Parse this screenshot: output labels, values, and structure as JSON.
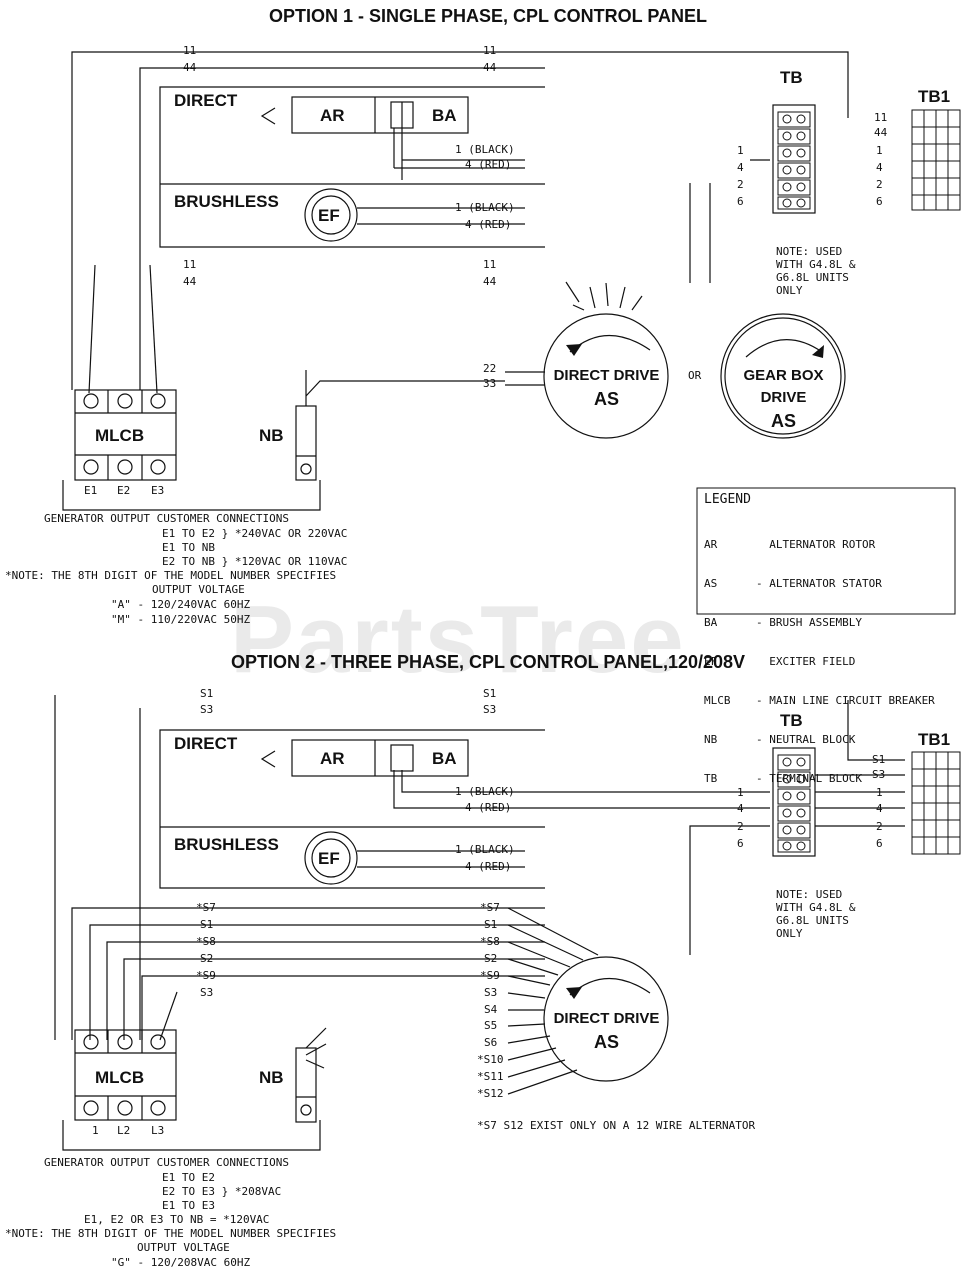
{
  "watermark": "PartsTree",
  "option1": {
    "title": "OPTION 1 - SINGLE PHASE, CPL CONTROL PANEL",
    "top_wires": [
      "11",
      "44"
    ],
    "direct_label": "DIRECT",
    "brushless_label": "BRUSHLESS",
    "ar": "AR",
    "ba": "BA",
    "ef": "EF",
    "direct_wires": [
      "1 (BLACK)",
      "4 (RED)"
    ],
    "brushless_wires": [
      "1 (BLACK)",
      "4 (RED)"
    ],
    "mid_wires": [
      "11",
      "44"
    ],
    "as_wires": [
      "22",
      "33"
    ],
    "mlcb": "MLCB",
    "nb": "NB",
    "terminals": [
      "E1",
      "E2",
      "E3"
    ],
    "direct_drive": "DIRECT DRIVE",
    "as": "AS",
    "or": "OR",
    "gear_box": "GEAR BOX",
    "drive": "DRIVE",
    "tb": "TB",
    "tb1": "TB1",
    "tb_left_nums": [
      "1",
      "4",
      "2",
      "6"
    ],
    "tb_right_nums": [
      "11",
      "44",
      "1",
      "4",
      "2",
      "6"
    ],
    "tb_note": [
      "NOTE: USED",
      "WITH G4.8L &",
      "G6.8L UNITS",
      "ONLY"
    ],
    "legend_title": "LEGEND",
    "legend": [
      {
        "abbr": "AR",
        "desc": "  ALTERNATOR ROTOR"
      },
      {
        "abbr": "AS",
        "desc": "- ALTERNATOR STATOR"
      },
      {
        "abbr": "BA",
        "desc": "- BRUSH ASSEMBLY"
      },
      {
        "abbr": "EF",
        "desc": "  EXCITER FIELD"
      },
      {
        "abbr": "MLCB",
        "desc": "- MAIN LINE CIRCUIT BREAKER"
      },
      {
        "abbr": "NB",
        "desc": "- NEUTRAL BLOCK"
      },
      {
        "abbr": "TB",
        "desc": "- TERMINAL BLOCK"
      }
    ],
    "connections": [
      "GENERATOR OUTPUT CUSTOMER CONNECTIONS",
      "E1 TO E2 } *240VAC OR 220VAC",
      "E1 TO NB",
      "E2 TO NB } *120VAC OR 110VAC",
      "*NOTE: THE 8TH DIGIT OF THE MODEL NUMBER SPECIFIES",
      "OUTPUT VOLTAGE",
      "\"A\" - 120/240VAC 60HZ",
      "\"M\" - 110/220VAC 50HZ"
    ]
  },
  "option2": {
    "title": "OPTION 2 - THREE PHASE, CPL CONTROL PANEL,120/208V",
    "top_wires": [
      "S1",
      "S3"
    ],
    "direct_label": "DIRECT",
    "brushless_label": "BRUSHLESS",
    "ar": "AR",
    "ba": "BA",
    "ef": "EF",
    "direct_wires": [
      "1 (BLACK)",
      "4 (RED)"
    ],
    "brushless_wires": [
      "1 (BLACK)",
      "4 (RED)"
    ],
    "left_wires": [
      "*S7",
      "S1",
      "*S8",
      "S2",
      "*S9",
      "S3"
    ],
    "stator_wires": [
      "*S7",
      "S1",
      "*S8",
      "S2",
      "*S9",
      "S3",
      "S4",
      "S5",
      "S6",
      "*S10",
      "*S11",
      "*S12"
    ],
    "mlcb": "MLCB",
    "nb": "NB",
    "terminals": [
      "1",
      "L2",
      "L3"
    ],
    "direct_drive": "DIRECT DRIVE",
    "as": "AS",
    "tb": "TB",
    "tb1": "TB1",
    "tb_left_nums": [
      "1",
      "4",
      "2",
      "6"
    ],
    "tb_right_nums": [
      "S1",
      "S3",
      "1",
      "4",
      "2",
      "6"
    ],
    "tb_note": [
      "NOTE: USED",
      "WITH G4.8L &",
      "G6.8L UNITS",
      "ONLY"
    ],
    "wire_note": "*S7 S12 EXIST ONLY ON A 12 WIRE ALTERNATOR",
    "connections": [
      "GENERATOR OUTPUT CUSTOMER CONNECTIONS",
      "E1 TO E2",
      "E2 TO E3 } *208VAC",
      "E1 TO E3",
      "E1, E2 OR E3 TO NB = *120VAC",
      "*NOTE: THE 8TH DIGIT OF THE MODEL NUMBER SPECIFIES",
      "OUTPUT VOLTAGE",
      "\"G\" - 120/208VAC 60HZ"
    ]
  }
}
